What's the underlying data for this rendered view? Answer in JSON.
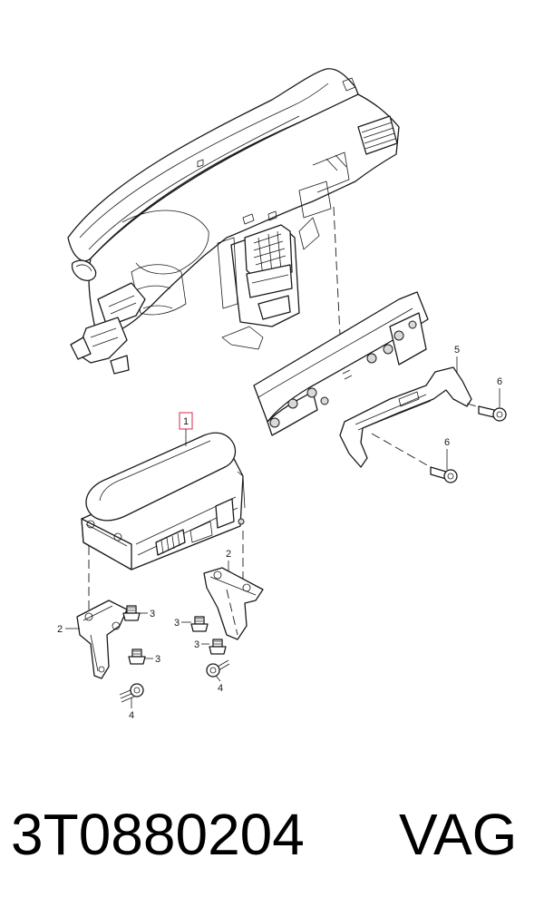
{
  "diagram": {
    "callouts": {
      "c1": "1",
      "c2a": "2",
      "c2b": "2",
      "c3a": "3",
      "c3b": "3",
      "c3c": "3",
      "c3d": "3",
      "c4a": "4",
      "c4b": "4",
      "c5": "5",
      "c6a": "6",
      "c6b": "6"
    },
    "highlight_color": "#e05a7a"
  },
  "footer": {
    "part_number": "3T0880204",
    "brand": "VAG"
  }
}
